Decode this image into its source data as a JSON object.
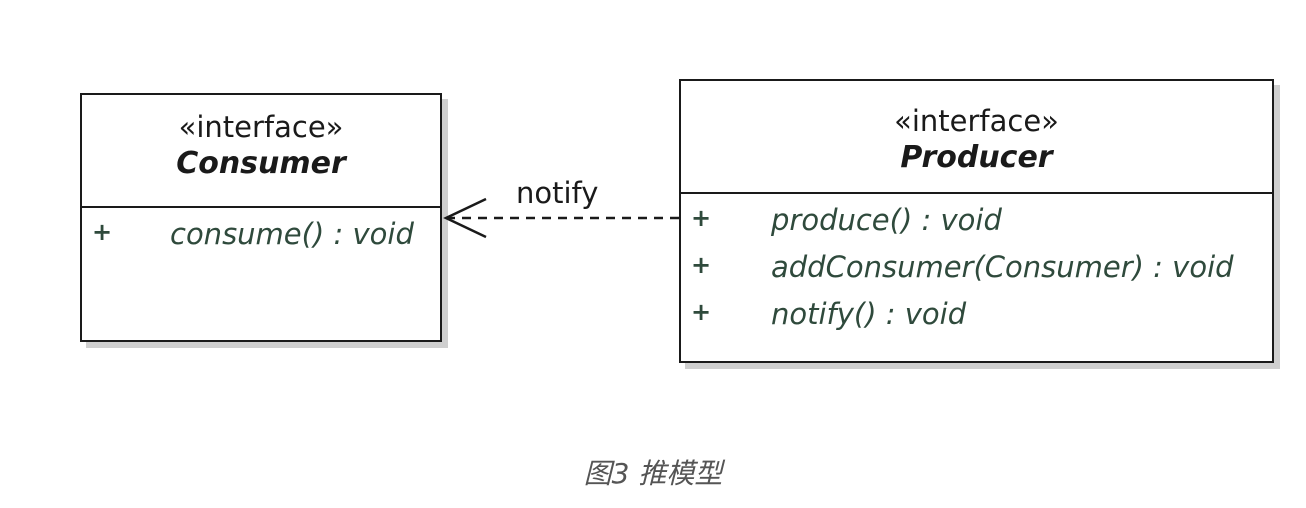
{
  "consumer": {
    "stereotype": "«interface»",
    "name": "Consumer",
    "operations": [
      {
        "visibility": "+",
        "signature": "consume() : void"
      }
    ]
  },
  "producer": {
    "stereotype": "«interface»",
    "name": "Producer",
    "operations": [
      {
        "visibility": "+",
        "signature": "produce() : void"
      },
      {
        "visibility": "+",
        "signature": "addConsumer(Consumer) : void"
      },
      {
        "visibility": "+",
        "signature": "notify() : void"
      }
    ]
  },
  "relation": {
    "label": "notify",
    "style": "dashed-open-arrow",
    "from": "Producer",
    "to": "Consumer"
  },
  "caption": "图3 推模型",
  "colors": {
    "border": "#1a1a1a",
    "shadow": "#cfcfcf",
    "operation_text": "#2f4a3c",
    "caption_text": "#555555"
  }
}
